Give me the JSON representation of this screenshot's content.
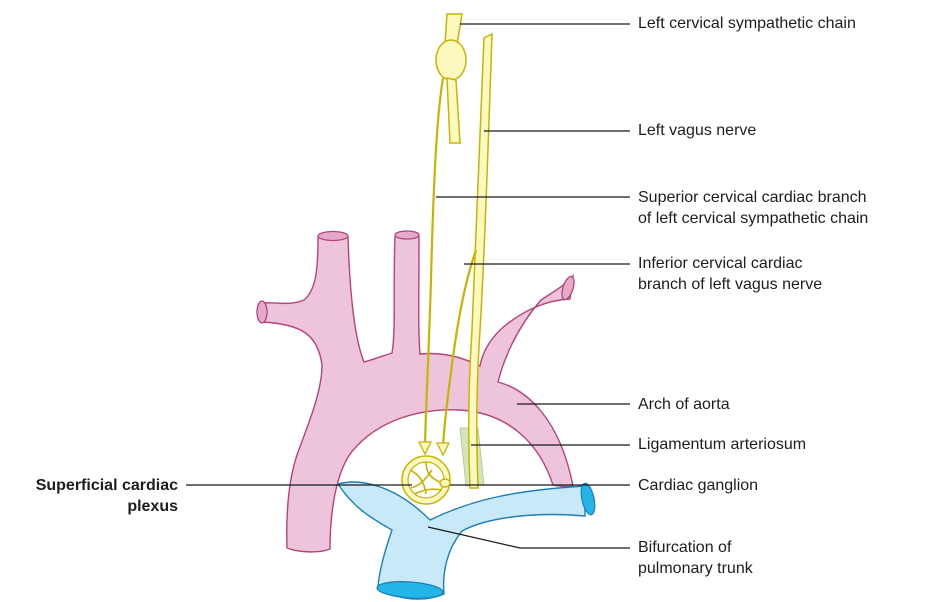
{
  "colors": {
    "vessel_pink": "#eec3dc",
    "vessel_pink_dark": "#e7a9ca",
    "vessel_outline": "#b2457a",
    "pulmonary_blue": "#c8e9f8",
    "pulmonary_blue_dark": "#22b5e6",
    "pulmonary_outline": "#1e7fb6",
    "nerve_yellow": "#fcf9c0",
    "nerve_outline": "#c8b400",
    "ligament_green": "#cfe3b6",
    "leader_line": "#1a1a1a"
  },
  "labels": {
    "left_cervical_sympathetic_chain": "Left cervical sympathetic chain",
    "left_vagus_nerve": "Left vagus nerve",
    "superior_cervical_cardiac_branch": [
      "Superior cervical cardiac branch",
      "of left cervical sympathetic chain"
    ],
    "inferior_cervical_cardiac_branch": [
      "Inferior cervical cardiac",
      "branch of left vagus nerve"
    ],
    "arch_of_aorta": "Arch of aorta",
    "ligamentum_arteriosum": "Ligamentum arteriosum",
    "cardiac_ganglion": "Cardiac ganglion",
    "bifurcation_of_pulmonary_trunk": [
      "Bifurcation of",
      "pulmonary trunk"
    ],
    "superficial_cardiac_plexus": [
      "Superficial cardiac",
      "plexus"
    ]
  }
}
